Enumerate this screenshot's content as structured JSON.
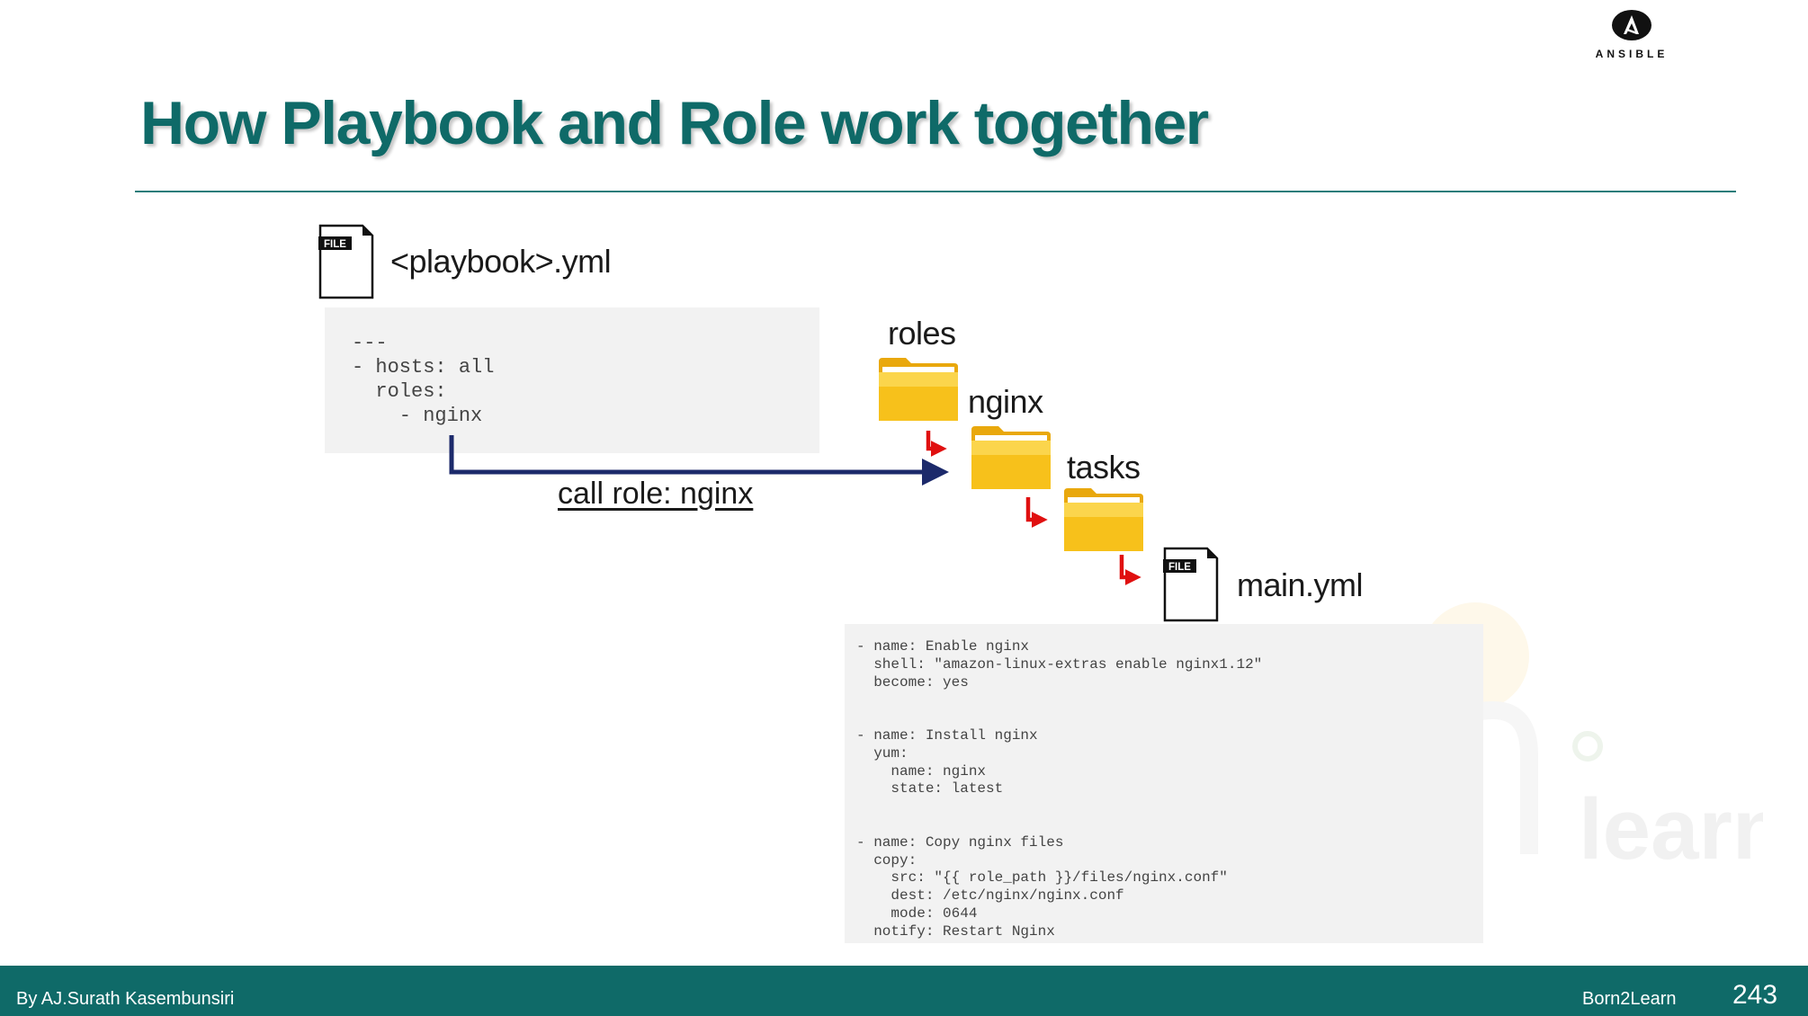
{
  "logo": {
    "word": "ANSIBLE",
    "icon": "ansible-logo-icon"
  },
  "title": "How Playbook and Role work together",
  "playbook": {
    "file_badge": "FILE",
    "filename": "<playbook>.yml",
    "code": "---\n- hosts: all\n  roles:\n    - nginx"
  },
  "call_label": "call role: nginx",
  "tree": {
    "roles": "roles",
    "nginx": "nginx",
    "tasks": "tasks",
    "main_badge": "FILE",
    "main_file": "main.yml"
  },
  "main_code": "- name: Enable nginx\n  shell: \"amazon-linux-extras enable nginx1.12\"\n  become: yes\n\n\n- name: Install nginx\n  yum:\n    name: nginx\n    state: latest\n\n\n- name: Copy nginx files\n  copy:\n    src: \"{{ role_path }}/files/nginx.conf\"\n    dest: /etc/nginx/nginx.conf\n    mode: 0644\n  notify: Restart Nginx",
  "footer": {
    "author": "By AJ.Surath Kasembunsiri",
    "brand": "Born2Learn",
    "page": "243"
  },
  "colors": {
    "title": "#0f6a68",
    "footer": "#0f6a68",
    "call_arrow": "#1c2a6b",
    "tree_arrow": "#e01010",
    "folder": "#f7c11b"
  }
}
